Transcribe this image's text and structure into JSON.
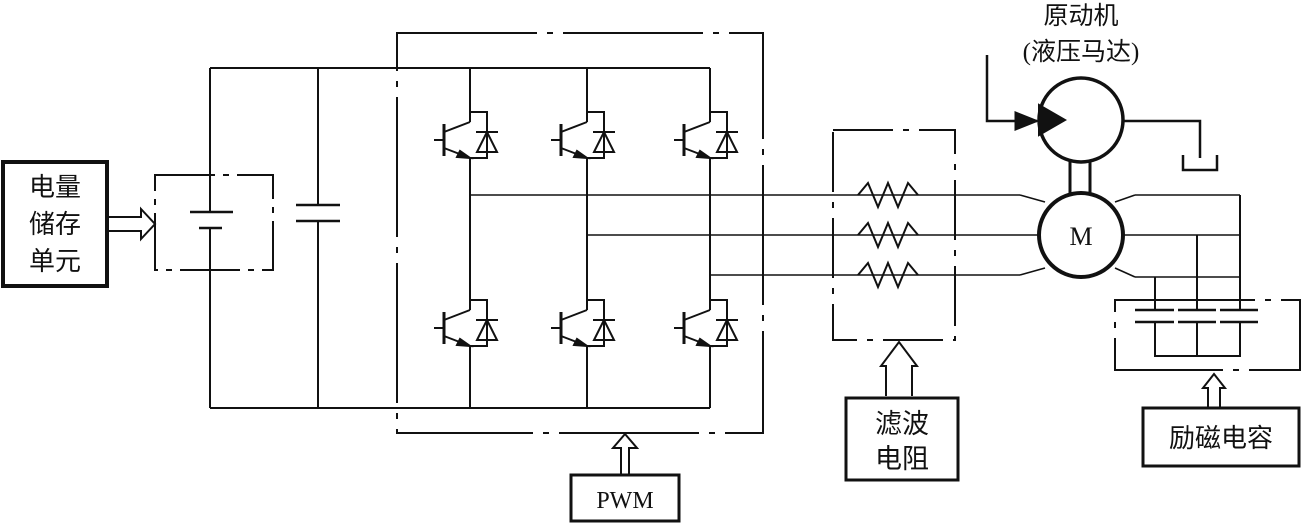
{
  "title": "Hybrid power generation circuit with energy storage, inverter, filter resistors and induction generator",
  "storage_unit": {
    "line1": "电量",
    "line2": "储存",
    "line3": "单元"
  },
  "pwm": {
    "label": "PWM"
  },
  "filter": {
    "line1": "滤波",
    "line2": "电阻"
  },
  "excitation": {
    "label": "励磁电容"
  },
  "prime_mover": {
    "line1": "原动机",
    "line2": "(液压马达)"
  },
  "motor": {
    "label": "M"
  },
  "colors": {
    "stroke": "#111111",
    "background": "#ffffff"
  }
}
